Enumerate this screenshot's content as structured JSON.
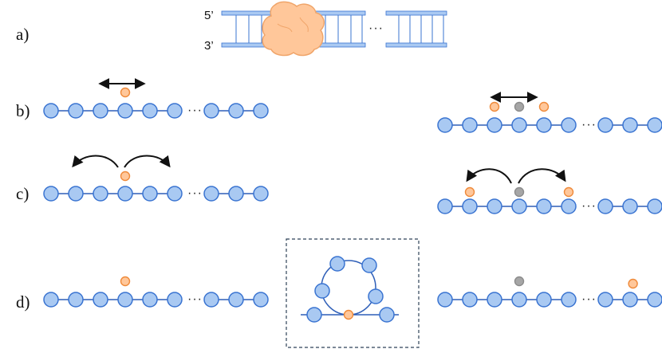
{
  "panels": {
    "a": "a)",
    "b": "b)",
    "c": "c)",
    "d": "d)"
  },
  "dna": {
    "top_label": "5’",
    "bottom_label": "3’",
    "gap": "···"
  },
  "chain": {
    "gap": "···"
  },
  "colors": {
    "bead_fill": "#a9c9f2",
    "bead_stroke": "#3a74d1",
    "backbone": "#2f5fb8",
    "protein_fill": "#ffc79a",
    "protein_stroke": "#f0a56a",
    "orange_bead": "#ffc79a",
    "orange_stroke": "#ef8a3a",
    "gray_bead": "#a6a6a6",
    "arrow": "#111111",
    "inset_border": "#2e4257"
  }
}
